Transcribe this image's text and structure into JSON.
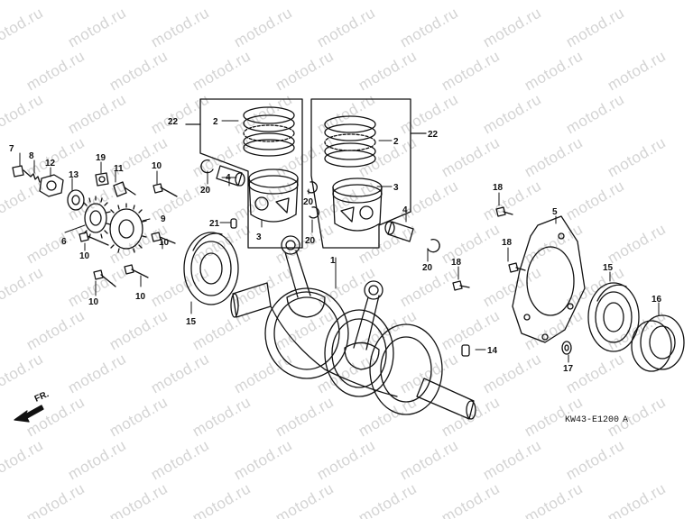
{
  "diagram": {
    "watermark_text": "motod.ru",
    "drawing_code": "KW43-E1200",
    "drawing_code_suffix": "A",
    "front_label": "FR.",
    "callouts": [
      {
        "id": "c1",
        "text": "1"
      },
      {
        "id": "c2a",
        "text": "2"
      },
      {
        "id": "c2b",
        "text": "2"
      },
      {
        "id": "c3a",
        "text": "3"
      },
      {
        "id": "c3b",
        "text": "3"
      },
      {
        "id": "c4a",
        "text": "4"
      },
      {
        "id": "c4b",
        "text": "4"
      },
      {
        "id": "c5",
        "text": "5"
      },
      {
        "id": "c6",
        "text": "6"
      },
      {
        "id": "c7",
        "text": "7"
      },
      {
        "id": "c8",
        "text": "8"
      },
      {
        "id": "c9",
        "text": "9"
      },
      {
        "id": "c10a",
        "text": "10"
      },
      {
        "id": "c10b",
        "text": "10"
      },
      {
        "id": "c10c",
        "text": "10"
      },
      {
        "id": "c10d",
        "text": "10"
      },
      {
        "id": "c10e",
        "text": "10"
      },
      {
        "id": "c11",
        "text": "11"
      },
      {
        "id": "c12",
        "text": "12"
      },
      {
        "id": "c13",
        "text": "13"
      },
      {
        "id": "c14",
        "text": "14"
      },
      {
        "id": "c15a",
        "text": "15"
      },
      {
        "id": "c15b",
        "text": "15"
      },
      {
        "id": "c16",
        "text": "16"
      },
      {
        "id": "c17",
        "text": "17"
      },
      {
        "id": "c18a",
        "text": "18"
      },
      {
        "id": "c18b",
        "text": "18"
      },
      {
        "id": "c18c",
        "text": "18"
      },
      {
        "id": "c19",
        "text": "19"
      },
      {
        "id": "c20a",
        "text": "20"
      },
      {
        "id": "c20b",
        "text": "20"
      },
      {
        "id": "c20c",
        "text": "20"
      },
      {
        "id": "c20d",
        "text": "20"
      },
      {
        "id": "c21",
        "text": "21"
      },
      {
        "id": "c22a",
        "text": "22"
      },
      {
        "id": "c22b",
        "text": "22"
      }
    ]
  }
}
